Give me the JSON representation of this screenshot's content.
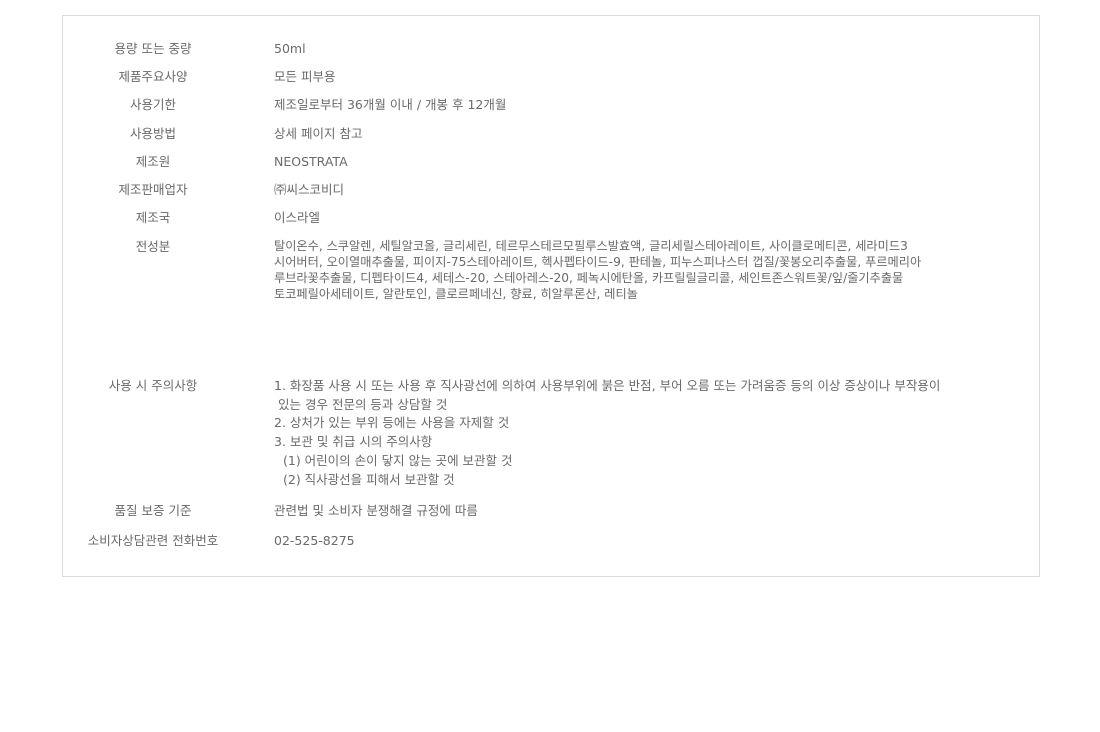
{
  "product_info": {
    "rows": [
      {
        "label": "용량 또는 중량",
        "value": "50ml"
      },
      {
        "label": "제품주요사양",
        "value": "모든 피부용"
      },
      {
        "label": "사용기한",
        "value": "제조일로부터 36개월 이내 / 개봉 후 12개월"
      },
      {
        "label": "사용방법",
        "value": "상세 페이지 참고"
      },
      {
        "label": "제조원",
        "value": "NEOSTRATA"
      },
      {
        "label": "제조판매업자",
        "value": "㈜씨스코비디"
      },
      {
        "label": "제조국",
        "value": "이스라엘"
      }
    ],
    "ingredients": {
      "label": "전성분",
      "lines": [
        "탈이온수, 스쿠알렌, 세틸알코올, 글리세린, 테르무스테르모필루스발효액, 글리세릴스테아레이트, 사이클로메티콘, 세라미드3",
        "시어버터, 오이열매추출물, 피이지-75스테아레이트, 헥사펩타이드-9, 판테놀, 피누스피나스터 껍질/꽃봉오리추출물, 푸르메리아",
        "루브라꽃추출물, 디펩타이드4, 세테스-20, 스테아레스-20, 페녹시에탄올, 카프릴릴글리콜, 세인트존스워트꽃/잎/줄기추출물",
        "토코페릴아세테이트, 알란토인, 클로르페네신, 향료, 히알루론산, 레티놀"
      ]
    },
    "caution": {
      "label": "사용 시 주의사항",
      "lines": [
        "1. 화장품 사용 시 또는 사용 후 직사광선에 의하여 사용부위에 붉은 반점, 부어 오름  또는 가려움증 등의 이상 증상이나 부작용이",
        "있는 경우 전문의 등과 상담할 것",
        "2. 상처가 있는 부위 등에는 사용을 자제할 것",
        "3. 보관 및 취급 시의 주의사항",
        "(1) 어린이의 손이 닿지 않는 곳에 보관할 것",
        "(2) 직사광선을 피해서 보관할 것"
      ]
    },
    "quality": {
      "label": "품질 보증 기준",
      "value": "관련법 및 소비자 분쟁해결 규정에 따름"
    },
    "phone": {
      "label": "소비자상담관련 전화번호",
      "value": "02-525-8275"
    }
  }
}
